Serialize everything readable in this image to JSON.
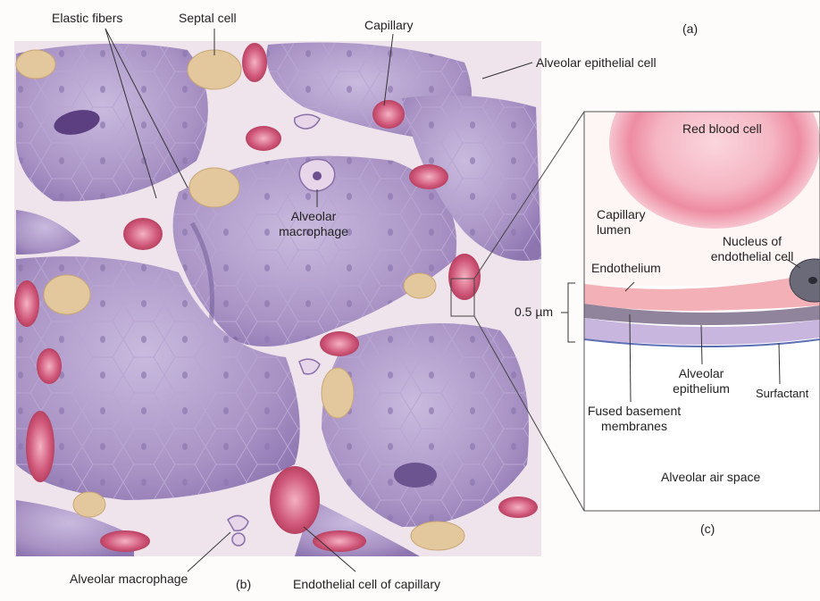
{
  "panel_labels": {
    "a": "(a)",
    "b": "(b)",
    "c": "(c)"
  },
  "labels_b": {
    "elastic_fibers": "Elastic fibers",
    "septal_cell": "Septal cell",
    "capillary": "Capillary",
    "alveolar_epithelial_cell": "Alveolar epithelial cell",
    "alveolar_macrophage_center_line1": "Alveolar",
    "alveolar_macrophage_center_line2": "macrophage",
    "alveolar_macrophage_bottom": "Alveolar macrophage",
    "endothelial_cell_of_capillary": "Endothelial cell of capillary"
  },
  "labels_c": {
    "red_blood_cell": "Red blood cell",
    "capillary_lumen_line1": "Capillary",
    "capillary_lumen_line2": "lumen",
    "nucleus_line1": "Nucleus of",
    "nucleus_line2": "endothelial cell",
    "endothelium": "Endothelium",
    "scale": "0.5 µm",
    "alveolar_epithelium_line1": "Alveolar",
    "alveolar_epithelium_line2": "epithelium",
    "surfactant": "Surfactant",
    "fused_line1": "Fused basement",
    "fused_line2": "membranes",
    "alveolar_air_space": "Alveolar air space"
  },
  "colors": {
    "alveolar_wall": "#a993c6",
    "alveolar_highlight": "#c7b8dd",
    "septum": "#efe3ec",
    "capillary": "#c84a6e",
    "septal_cell": "#e2c89c",
    "rbc": "#f0a0b4",
    "endothelium": "#f3b0b6",
    "epithelium": "#c9b6de"
  }
}
